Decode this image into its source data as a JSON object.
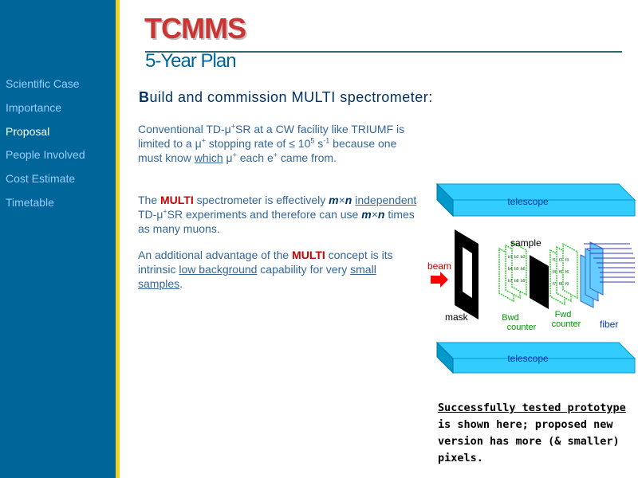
{
  "logo": "TCMMS",
  "subtitle": "5-Year Plan",
  "nav": {
    "items": [
      {
        "label": "Scientific Case"
      },
      {
        "label": "Importance"
      },
      {
        "label": "Proposal"
      },
      {
        "label": "People Involved"
      },
      {
        "label": "Cost Estimate"
      },
      {
        "label": "Timetable"
      }
    ],
    "active": "Proposal"
  },
  "heading": {
    "first_letter": "B",
    "rest": "uild and commission MULTI spectrometer:"
  },
  "para1": {
    "t1": "Conventional TD-μ",
    "sup1": "+",
    "t2": "SR at a CW facility like TRIUMF is limited to a μ",
    "sup2": "+",
    "t3": " stopping rate of ≤ 10",
    "sup3": "5",
    "t4": " s",
    "sup4": "-1",
    "t5": " because one must know ",
    "u1": "which",
    "t6": "  μ",
    "sup5": "+",
    "t7": " each  e",
    "sup6": "+",
    "t8": " came from."
  },
  "para2": {
    "t1": "The ",
    "h1": "MULTI",
    "t2": " spectrometer is effectively ",
    "m1": "m",
    "x1": "×",
    "n1": "n",
    "u1": "independent",
    "t3": " TD-μ",
    "sup1": "+",
    "t4": "SR experiments and therefore can use ",
    "m2": "m",
    "x2": "×",
    "n2": "n",
    "t5": " times as many muons."
  },
  "para3": {
    "t1": "An additional advantage of the ",
    "h1": "MULTI",
    "t2": " concept is its intrinsic ",
    "u1": "low background",
    "t3": " capability for very ",
    "u2": "small samples",
    "t4": "."
  },
  "diagram": {
    "telescope_top": "telescope",
    "telescope_bottom": "telescope",
    "beam": "beam",
    "mask": "mask",
    "sample": "sample",
    "bwd": "Bwd",
    "fwd": "Fwd",
    "counter": "counter",
    "fiber": "fiber",
    "bwd_cells": [
      "b1",
      "b2",
      "b3",
      "b4",
      "b5",
      "b6",
      "b7",
      "b8",
      "b9"
    ],
    "fwd_cells": [
      "f1",
      "f2",
      "f3",
      "f4",
      "f5",
      "f6",
      "f7",
      "f8",
      "f9"
    ],
    "colors": {
      "telescope": "#33ccff",
      "counter": "#33cc33",
      "fiber_panel": "#66ccff",
      "beam_arrow": "#ff0000"
    }
  },
  "caption": {
    "u1": "Successfully tested prototype",
    "t1": " is shown here; proposed new version has more (& smaller) pixels."
  }
}
